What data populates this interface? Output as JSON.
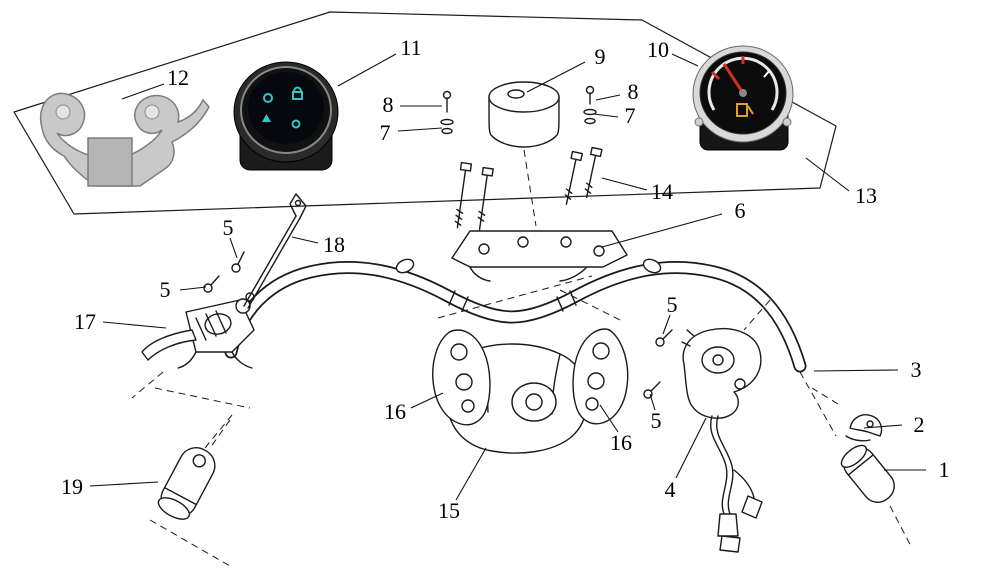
{
  "figure": {
    "callouts": [
      {
        "label": "1"
      },
      {
        "label": "2"
      },
      {
        "label": "3"
      },
      {
        "label": "4"
      },
      {
        "label": "5"
      },
      {
        "label": "5"
      },
      {
        "label": "5"
      },
      {
        "label": "5"
      },
      {
        "label": "6"
      },
      {
        "label": "7"
      },
      {
        "label": "7"
      },
      {
        "label": "8"
      },
      {
        "label": "8"
      },
      {
        "label": "9"
      },
      {
        "label": "10"
      },
      {
        "label": "11"
      },
      {
        "label": "12"
      },
      {
        "label": "13"
      },
      {
        "label": "14"
      },
      {
        "label": "15"
      },
      {
        "label": "16"
      },
      {
        "label": "16"
      },
      {
        "label": "17"
      },
      {
        "label": "18"
      },
      {
        "label": "19"
      }
    ],
    "colors": {
      "line": "#1a1a1a",
      "indicator_icon_teal": "#35c6c3",
      "gauge_needle_red": "#d03020",
      "fuel_icon_orange": "#e0a020",
      "metal_light": "#c9c9c9"
    },
    "icons": {
      "photo_bracket": "bracket-photo",
      "photo_indicator_gauge": "indicator-cluster-photo",
      "photo_fuel_gauge": "fuel-gauge-photo"
    }
  }
}
